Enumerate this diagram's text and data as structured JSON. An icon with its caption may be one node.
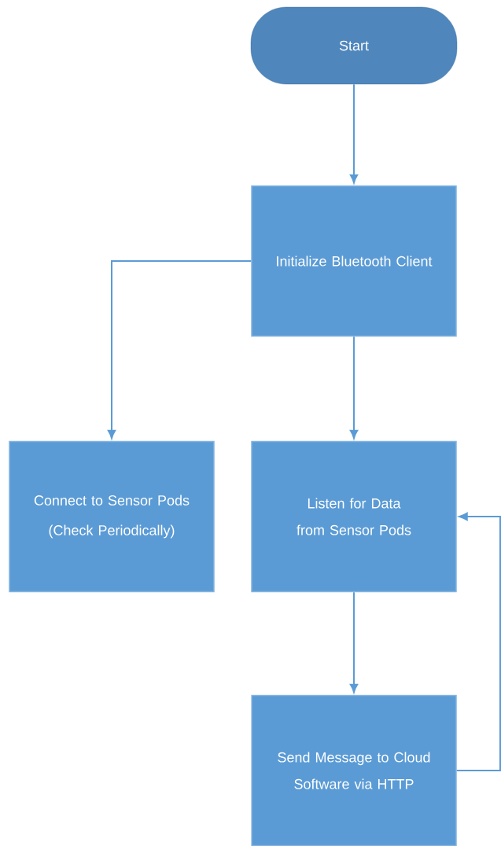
{
  "diagram": {
    "nodes": [
      {
        "text": [
          "Start"
        ]
      },
      {
        "text": [
          "Initialize Bluetooth Client"
        ]
      },
      {
        "text": [
          "Connect to Sensor Pods",
          "(Check Periodically)"
        ]
      },
      {
        "text": [
          "Listen for Data from Sensor Pods"
        ]
      },
      {
        "text": [
          "Send Message to Cloud Software via HTTP"
        ]
      }
    ],
    "edges": [
      {
        "from": 0,
        "to": 1,
        "arrow": "to"
      },
      {
        "from": 1,
        "to": 2,
        "arrow": "to"
      },
      {
        "from": 1,
        "to": 3,
        "arrow": "to"
      },
      {
        "from": 3,
        "to": 4,
        "arrow": "to"
      },
      {
        "from": 4,
        "to": 3,
        "arrow": "to"
      }
    ]
  }
}
